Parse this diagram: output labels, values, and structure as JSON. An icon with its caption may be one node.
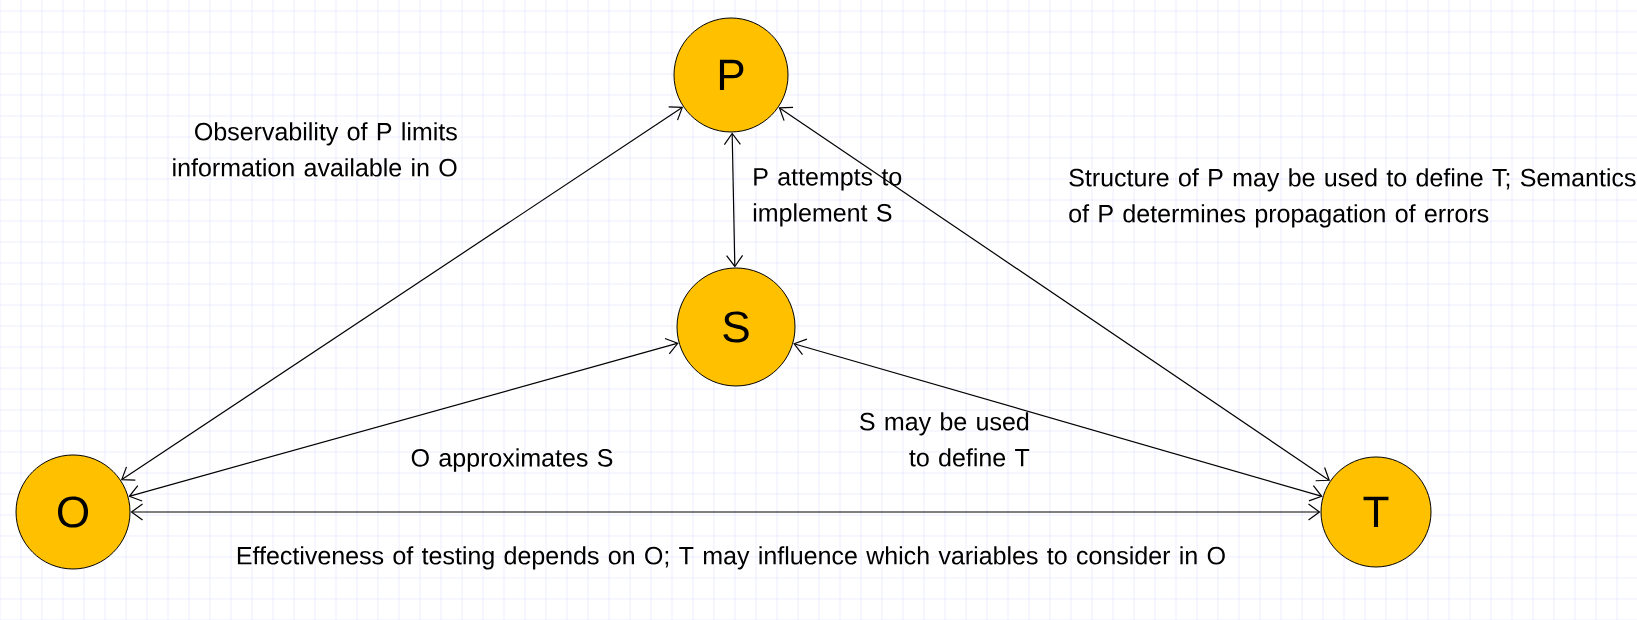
{
  "diagram": {
    "nodes": [
      {
        "text": [
          "P"
        ]
      },
      {
        "text": [
          "S"
        ]
      },
      {
        "text": [
          "O"
        ]
      },
      {
        "text": [
          "T"
        ]
      }
    ],
    "edges": [
      {
        "from": 2,
        "to": 0,
        "arrow": "both",
        "label": "Observability of P limits information available in O"
      },
      {
        "from": 0,
        "to": 1,
        "arrow": "both",
        "label": "P attempts to implement S"
      },
      {
        "from": 0,
        "to": 3,
        "arrow": "both",
        "label": "Structure of P may be used to define T; Semantics of P determines propagation of errors"
      },
      {
        "from": 2,
        "to": 1,
        "arrow": "both",
        "label": "O approximates S"
      },
      {
        "from": 1,
        "to": 3,
        "arrow": "both",
        "label": "S may be used to define T"
      },
      {
        "from": 2,
        "to": 3,
        "arrow": "both",
        "label": "Effectiveness of testing depends on O; T may influence which variables to consider in O"
      }
    ]
  }
}
